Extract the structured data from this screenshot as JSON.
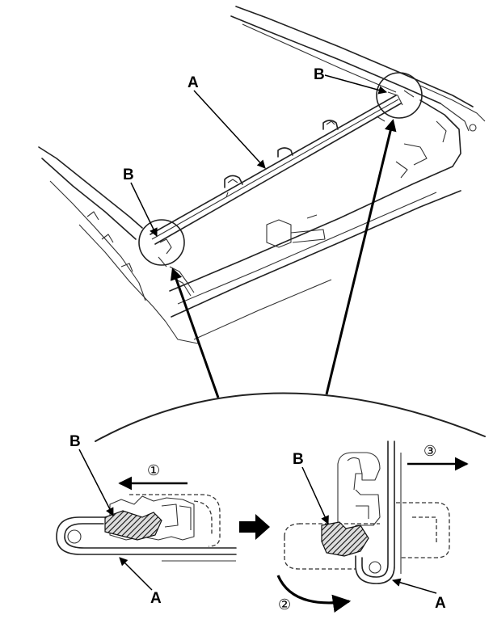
{
  "labels": {
    "a_top": "A",
    "b_top_right": "B",
    "b_left": "B",
    "b_detail_left": "B",
    "a_detail_left": "A",
    "b_detail_right": "B",
    "a_detail_right": "A"
  },
  "steps": {
    "step1": "①",
    "step2": "②",
    "step3": "③"
  }
}
